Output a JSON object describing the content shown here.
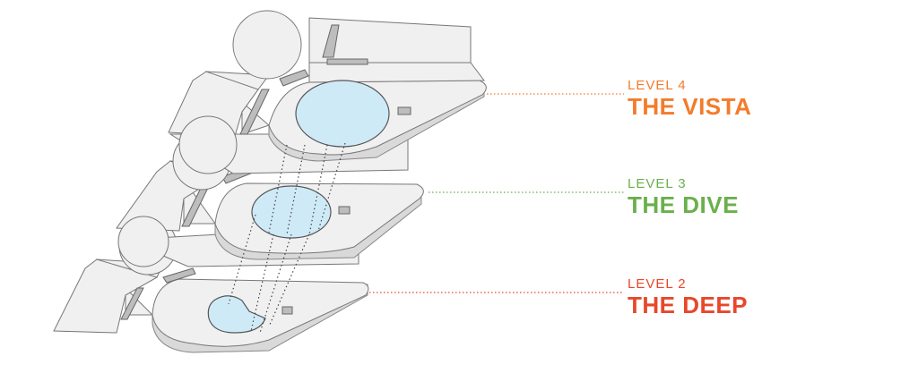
{
  "levels": [
    {
      "level": "LEVEL 4",
      "name": "THE VISTA",
      "color": "#f47b2a"
    },
    {
      "level": "LEVEL 3",
      "name": "THE DIVE",
      "color": "#6ab04c"
    },
    {
      "level": "LEVEL 2",
      "name": "THE DEEP",
      "color": "#e8472b"
    }
  ]
}
